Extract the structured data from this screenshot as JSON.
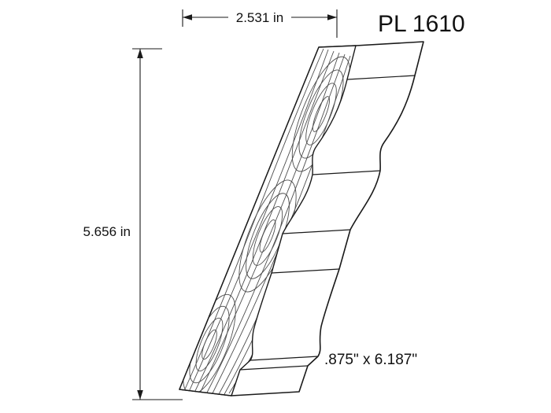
{
  "part": {
    "number": "PL 1610"
  },
  "dimensions": {
    "width": "2.531 in",
    "height": "5.656 in",
    "size": ".875\" x 6.187\""
  },
  "colors": {
    "background": "#ffffff",
    "line": "#1a1a1a",
    "grain": "#4d4d4d"
  }
}
